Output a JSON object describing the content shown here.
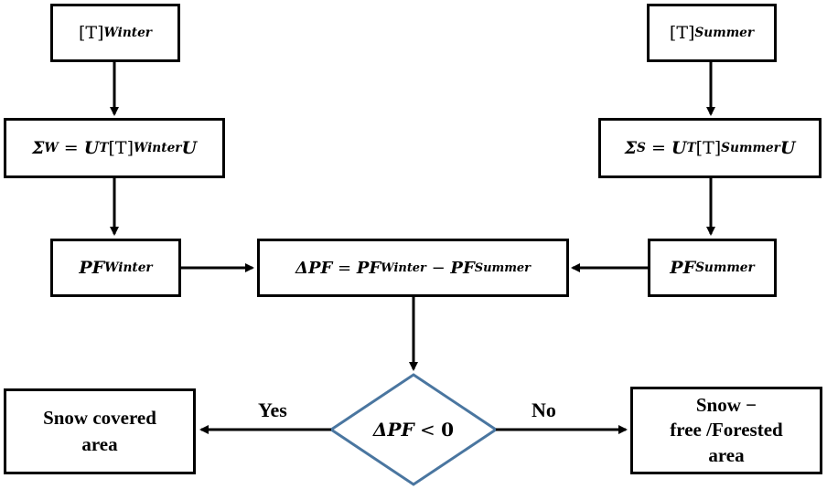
{
  "nodes": {
    "t_winter": {
      "bracket_T": "[T]",
      "sub": "Winter"
    },
    "t_summer": {
      "bracket_T": "[T]",
      "sub": "Summer"
    },
    "sigma_w": {
      "sigma": "Σ",
      "sigma_sub": "W",
      "eq": " = ",
      "u": "U",
      "sup": "T",
      "bracket_T": "[T]",
      "sub": "Winter",
      "u2": "U"
    },
    "sigma_s": {
      "sigma": "Σ",
      "sigma_sub": "S",
      "eq": " = ",
      "u": "U",
      "sup": "T",
      "bracket_T": "[T]",
      "sub": "Summer",
      "u2": "U"
    },
    "pf_winter": {
      "pf": "PF",
      "sub": "Winter"
    },
    "pf_summer": {
      "pf": "PF",
      "sub": "Summer"
    },
    "delta_pf": {
      "dpf": "ΔPF",
      "eq": " = ",
      "pf1": "PF",
      "sub1": "Winter",
      "minus": " − ",
      "pf2": "PF",
      "sub2": "Summer"
    },
    "decision": {
      "dpf": "ΔPF",
      "op": " < ",
      "zero": "0"
    },
    "snow_covered": {
      "line1": "Snow covered",
      "line2": "area"
    },
    "snow_free": {
      "line1": "Snow −",
      "line2": "free /Forested",
      "line3": "area"
    }
  },
  "edges": {
    "yes_label": "Yes",
    "no_label": "No"
  },
  "colors": {
    "box_border": "#000000",
    "diamond_border": "#4a76a0",
    "arrow": "#000000"
  }
}
